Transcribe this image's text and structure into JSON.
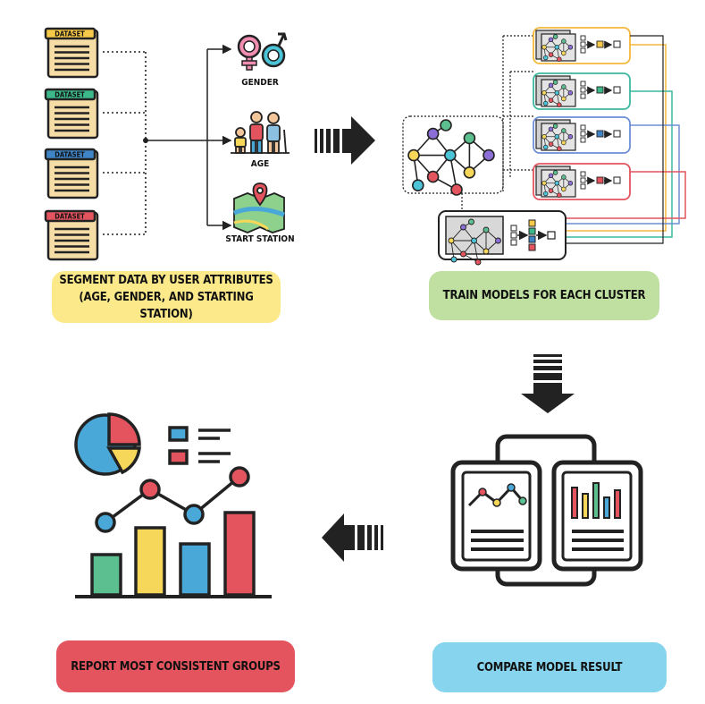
{
  "dataset_label": "DATASET",
  "attributes": {
    "gender": "GENDER",
    "age": "AGE",
    "start_station": "START STATION"
  },
  "captions": {
    "segment_line1": "SEGMENT DATA BY USER ATTRIBUTES",
    "segment_line2": "(AGE, GENDER, AND STARTING STATION)",
    "train": "TRAIN MODELS FOR EACH CLUSTER",
    "compare": "COMPARE MODEL RESULT",
    "report": "REPORT MOST CONSISTENT GROUPS"
  },
  "colors": {
    "dataset_tabs": [
      "#f7c948",
      "#3cb88a",
      "#3f84c6",
      "#e4545f"
    ],
    "cluster_borders": [
      "#f5b83c",
      "#3cb8a0",
      "#6c8fd6",
      "#e4545f"
    ],
    "segment_bg": "#fbe98a",
    "train_bg": "#bfe0a0",
    "compare_bg": "#86d4ee",
    "report_bg": "#e4545f",
    "bar_colors": [
      "#5bbf8f",
      "#f7d75a",
      "#4aa8d8",
      "#e4545f"
    ],
    "node_colors": [
      "#f7d75a",
      "#8b6fd6",
      "#e4545f",
      "#4cc4d8",
      "#5bbf8f"
    ]
  },
  "icons": {
    "dataset": "dataset-document-icon",
    "gender": "gender-symbols-icon",
    "age": "family-ages-icon",
    "start_station": "map-pin-icon",
    "network": "neural-network-icon",
    "arrow": "striped-arrow-icon",
    "compare": "clipboard-charts-icon",
    "report": "analytics-report-icon"
  }
}
